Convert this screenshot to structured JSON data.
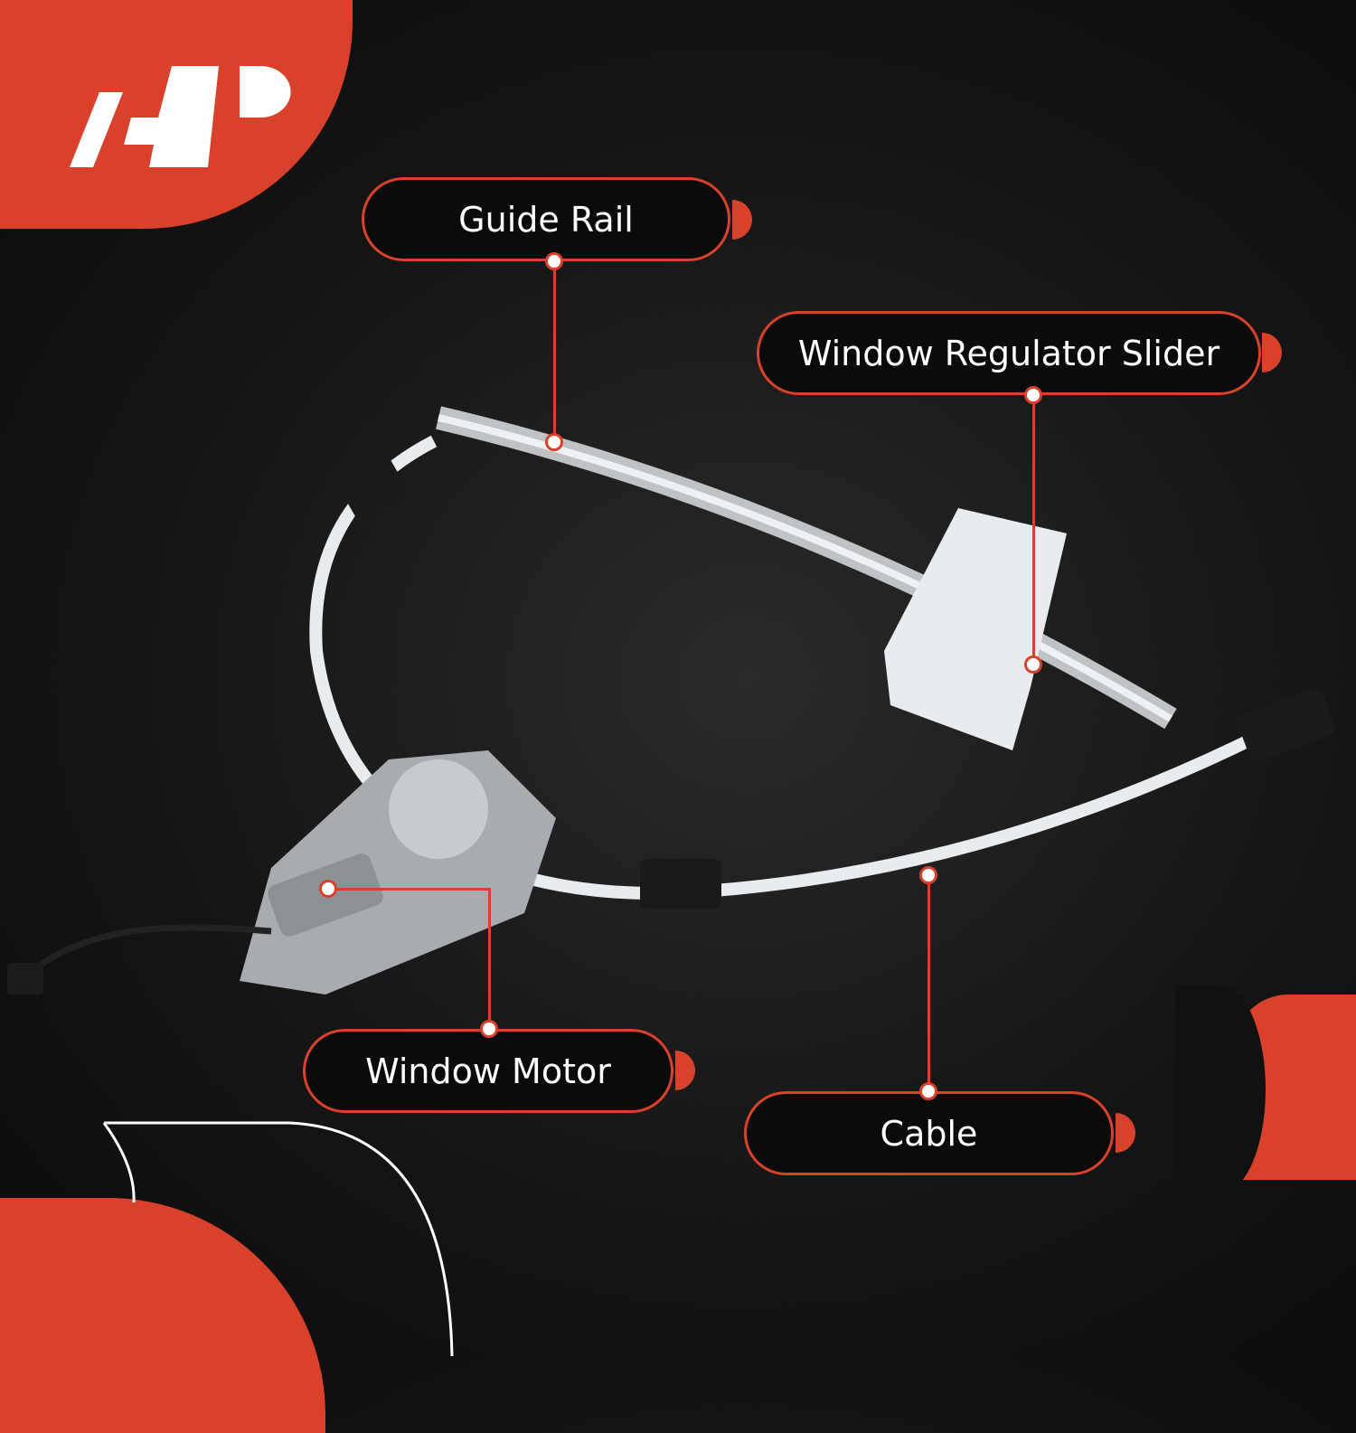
{
  "brand": {
    "logo_text": "A-P",
    "accent_color": "#d9412a"
  },
  "callouts": [
    {
      "label": "Guide Rail"
    },
    {
      "label": "Window Regulator Slider"
    },
    {
      "label": "Window Motor"
    },
    {
      "label": "Cable"
    }
  ]
}
